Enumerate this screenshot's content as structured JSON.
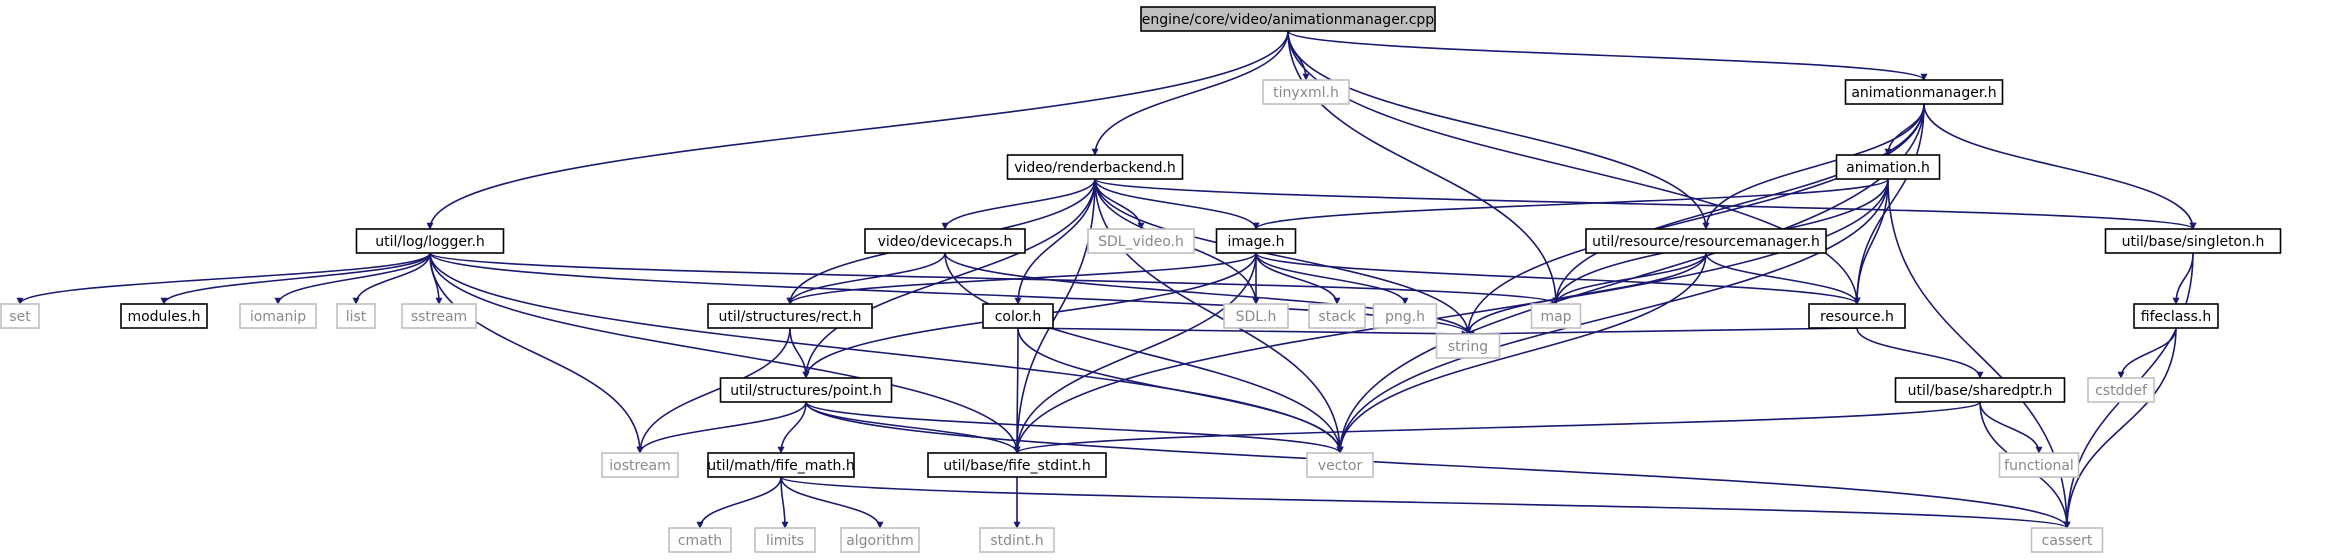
{
  "diagram": {
    "title": "engine/core/video/animationmanager.cpp",
    "colors": {
      "edge": "#191970",
      "project_border": "#000000",
      "system_border": "#bfbfbf",
      "root_fill": "#bfbfbf"
    },
    "nodes": [
      {
        "id": "root",
        "label": "engine/core/video/animationmanager.cpp",
        "kind": "root"
      },
      {
        "id": "tinyxml",
        "label": "tinyxml.h",
        "kind": "system"
      },
      {
        "id": "animationmanager_h",
        "label": "animationmanager.h",
        "kind": "project"
      },
      {
        "id": "renderbackend_h",
        "label": "video/renderbackend.h",
        "kind": "project"
      },
      {
        "id": "animation_h",
        "label": "animation.h",
        "kind": "project"
      },
      {
        "id": "logger_h",
        "label": "util/log/logger.h",
        "kind": "project"
      },
      {
        "id": "devicecaps_h",
        "label": "video/devicecaps.h",
        "kind": "project"
      },
      {
        "id": "sdl_video",
        "label": "SDL_video.h",
        "kind": "system"
      },
      {
        "id": "image_h",
        "label": "image.h",
        "kind": "project"
      },
      {
        "id": "resourcemanager_h",
        "label": "util/resource/resourcemanager.h",
        "kind": "project"
      },
      {
        "id": "singleton_h",
        "label": "util/base/singleton.h",
        "kind": "project"
      },
      {
        "id": "set",
        "label": "set",
        "kind": "system"
      },
      {
        "id": "modules_h",
        "label": "modules.h",
        "kind": "project"
      },
      {
        "id": "iomanip",
        "label": "iomanip",
        "kind": "system"
      },
      {
        "id": "list",
        "label": "list",
        "kind": "system"
      },
      {
        "id": "sstream",
        "label": "sstream",
        "kind": "system"
      },
      {
        "id": "rect_h",
        "label": "util/structures/rect.h",
        "kind": "project"
      },
      {
        "id": "color_h",
        "label": "color.h",
        "kind": "project"
      },
      {
        "id": "sdl_h",
        "label": "SDL.h",
        "kind": "system"
      },
      {
        "id": "stack",
        "label": "stack",
        "kind": "system"
      },
      {
        "id": "png_h",
        "label": "png.h",
        "kind": "system"
      },
      {
        "id": "map",
        "label": "map",
        "kind": "system"
      },
      {
        "id": "resource_h",
        "label": "resource.h",
        "kind": "project"
      },
      {
        "id": "fifeclass_h",
        "label": "fifeclass.h",
        "kind": "project"
      },
      {
        "id": "cstddef",
        "label": "cstddef",
        "kind": "system"
      },
      {
        "id": "point_h",
        "label": "util/structures/point.h",
        "kind": "project"
      },
      {
        "id": "string",
        "label": "string",
        "kind": "system"
      },
      {
        "id": "sharedptr_h",
        "label": "util/base/sharedptr.h",
        "kind": "project"
      },
      {
        "id": "iostream",
        "label": "iostream",
        "kind": "system"
      },
      {
        "id": "fife_math_h",
        "label": "util/math/fife_math.h",
        "kind": "project"
      },
      {
        "id": "fife_stdint_h",
        "label": "util/base/fife_stdint.h",
        "kind": "project"
      },
      {
        "id": "vector",
        "label": "vector",
        "kind": "system"
      },
      {
        "id": "functional",
        "label": "functional",
        "kind": "system"
      },
      {
        "id": "cmath",
        "label": "cmath",
        "kind": "system"
      },
      {
        "id": "limits",
        "label": "limits",
        "kind": "system"
      },
      {
        "id": "algorithm",
        "label": "algorithm",
        "kind": "system"
      },
      {
        "id": "stdint_h",
        "label": "stdint.h",
        "kind": "system"
      },
      {
        "id": "cassert",
        "label": "cassert",
        "kind": "system"
      }
    ],
    "edges": [
      [
        "root",
        "tinyxml"
      ],
      [
        "root",
        "animationmanager_h"
      ],
      [
        "root",
        "renderbackend_h"
      ],
      [
        "root",
        "logger_h"
      ],
      [
        "root",
        "map"
      ],
      [
        "root",
        "resourcemanager_h"
      ],
      [
        "root",
        "resource_h"
      ],
      [
        "animationmanager_h",
        "animation_h"
      ],
      [
        "animationmanager_h",
        "singleton_h"
      ],
      [
        "animationmanager_h",
        "resourcemanager_h"
      ],
      [
        "animationmanager_h",
        "resource_h"
      ],
      [
        "animationmanager_h",
        "map"
      ],
      [
        "animationmanager_h",
        "string"
      ],
      [
        "animationmanager_h",
        "vector"
      ],
      [
        "renderbackend_h",
        "devicecaps_h"
      ],
      [
        "renderbackend_h",
        "sdl_video"
      ],
      [
        "renderbackend_h",
        "image_h"
      ],
      [
        "renderbackend_h",
        "singleton_h"
      ],
      [
        "renderbackend_h",
        "rect_h"
      ],
      [
        "renderbackend_h",
        "color_h"
      ],
      [
        "renderbackend_h",
        "sdl_h"
      ],
      [
        "renderbackend_h",
        "point_h"
      ],
      [
        "renderbackend_h",
        "string"
      ],
      [
        "renderbackend_h",
        "fife_stdint_h"
      ],
      [
        "renderbackend_h",
        "vector"
      ],
      [
        "animation_h",
        "image_h"
      ],
      [
        "animation_h",
        "resource_h"
      ],
      [
        "animation_h",
        "map"
      ],
      [
        "animation_h",
        "fife_stdint_h"
      ],
      [
        "animation_h",
        "vector"
      ],
      [
        "animation_h",
        "cassert"
      ],
      [
        "logger_h",
        "set"
      ],
      [
        "logger_h",
        "modules_h"
      ],
      [
        "logger_h",
        "iomanip"
      ],
      [
        "logger_h",
        "list"
      ],
      [
        "logger_h",
        "sstream"
      ],
      [
        "logger_h",
        "iostream"
      ],
      [
        "logger_h",
        "map"
      ],
      [
        "logger_h",
        "string"
      ],
      [
        "logger_h",
        "vector"
      ],
      [
        "logger_h",
        "fife_stdint_h"
      ],
      [
        "devicecaps_h",
        "rect_h"
      ],
      [
        "devicecaps_h",
        "string"
      ],
      [
        "devicecaps_h",
        "vector"
      ],
      [
        "image_h",
        "rect_h"
      ],
      [
        "image_h",
        "point_h"
      ],
      [
        "image_h",
        "sdl_h"
      ],
      [
        "image_h",
        "stack"
      ],
      [
        "image_h",
        "png_h"
      ],
      [
        "image_h",
        "resource_h"
      ],
      [
        "image_h",
        "fife_stdint_h"
      ],
      [
        "resourcemanager_h",
        "map"
      ],
      [
        "resourcemanager_h",
        "resource_h"
      ],
      [
        "resourcemanager_h",
        "string"
      ],
      [
        "resourcemanager_h",
        "vector"
      ],
      [
        "singleton_h",
        "fifeclass_h"
      ],
      [
        "singleton_h",
        "cassert"
      ],
      [
        "fifeclass_h",
        "cstddef"
      ],
      [
        "fifeclass_h",
        "cassert"
      ],
      [
        "rect_h",
        "point_h"
      ],
      [
        "rect_h",
        "iostream"
      ],
      [
        "color_h",
        "fife_stdint_h"
      ],
      [
        "color_h",
        "string"
      ],
      [
        "color_h",
        "vector"
      ],
      [
        "resource_h",
        "sharedptr_h"
      ],
      [
        "resource_h",
        "string"
      ],
      [
        "sharedptr_h",
        "fife_stdint_h"
      ],
      [
        "sharedptr_h",
        "functional"
      ],
      [
        "sharedptr_h",
        "cassert"
      ],
      [
        "point_h",
        "fife_math_h"
      ],
      [
        "point_h",
        "fife_stdint_h"
      ],
      [
        "point_h",
        "iostream"
      ],
      [
        "point_h",
        "vector"
      ],
      [
        "point_h",
        "cassert"
      ],
      [
        "fife_math_h",
        "cmath"
      ],
      [
        "fife_math_h",
        "limits"
      ],
      [
        "fife_math_h",
        "algorithm"
      ],
      [
        "fife_math_h",
        "cassert"
      ],
      [
        "fife_stdint_h",
        "stdint_h"
      ]
    ]
  }
}
